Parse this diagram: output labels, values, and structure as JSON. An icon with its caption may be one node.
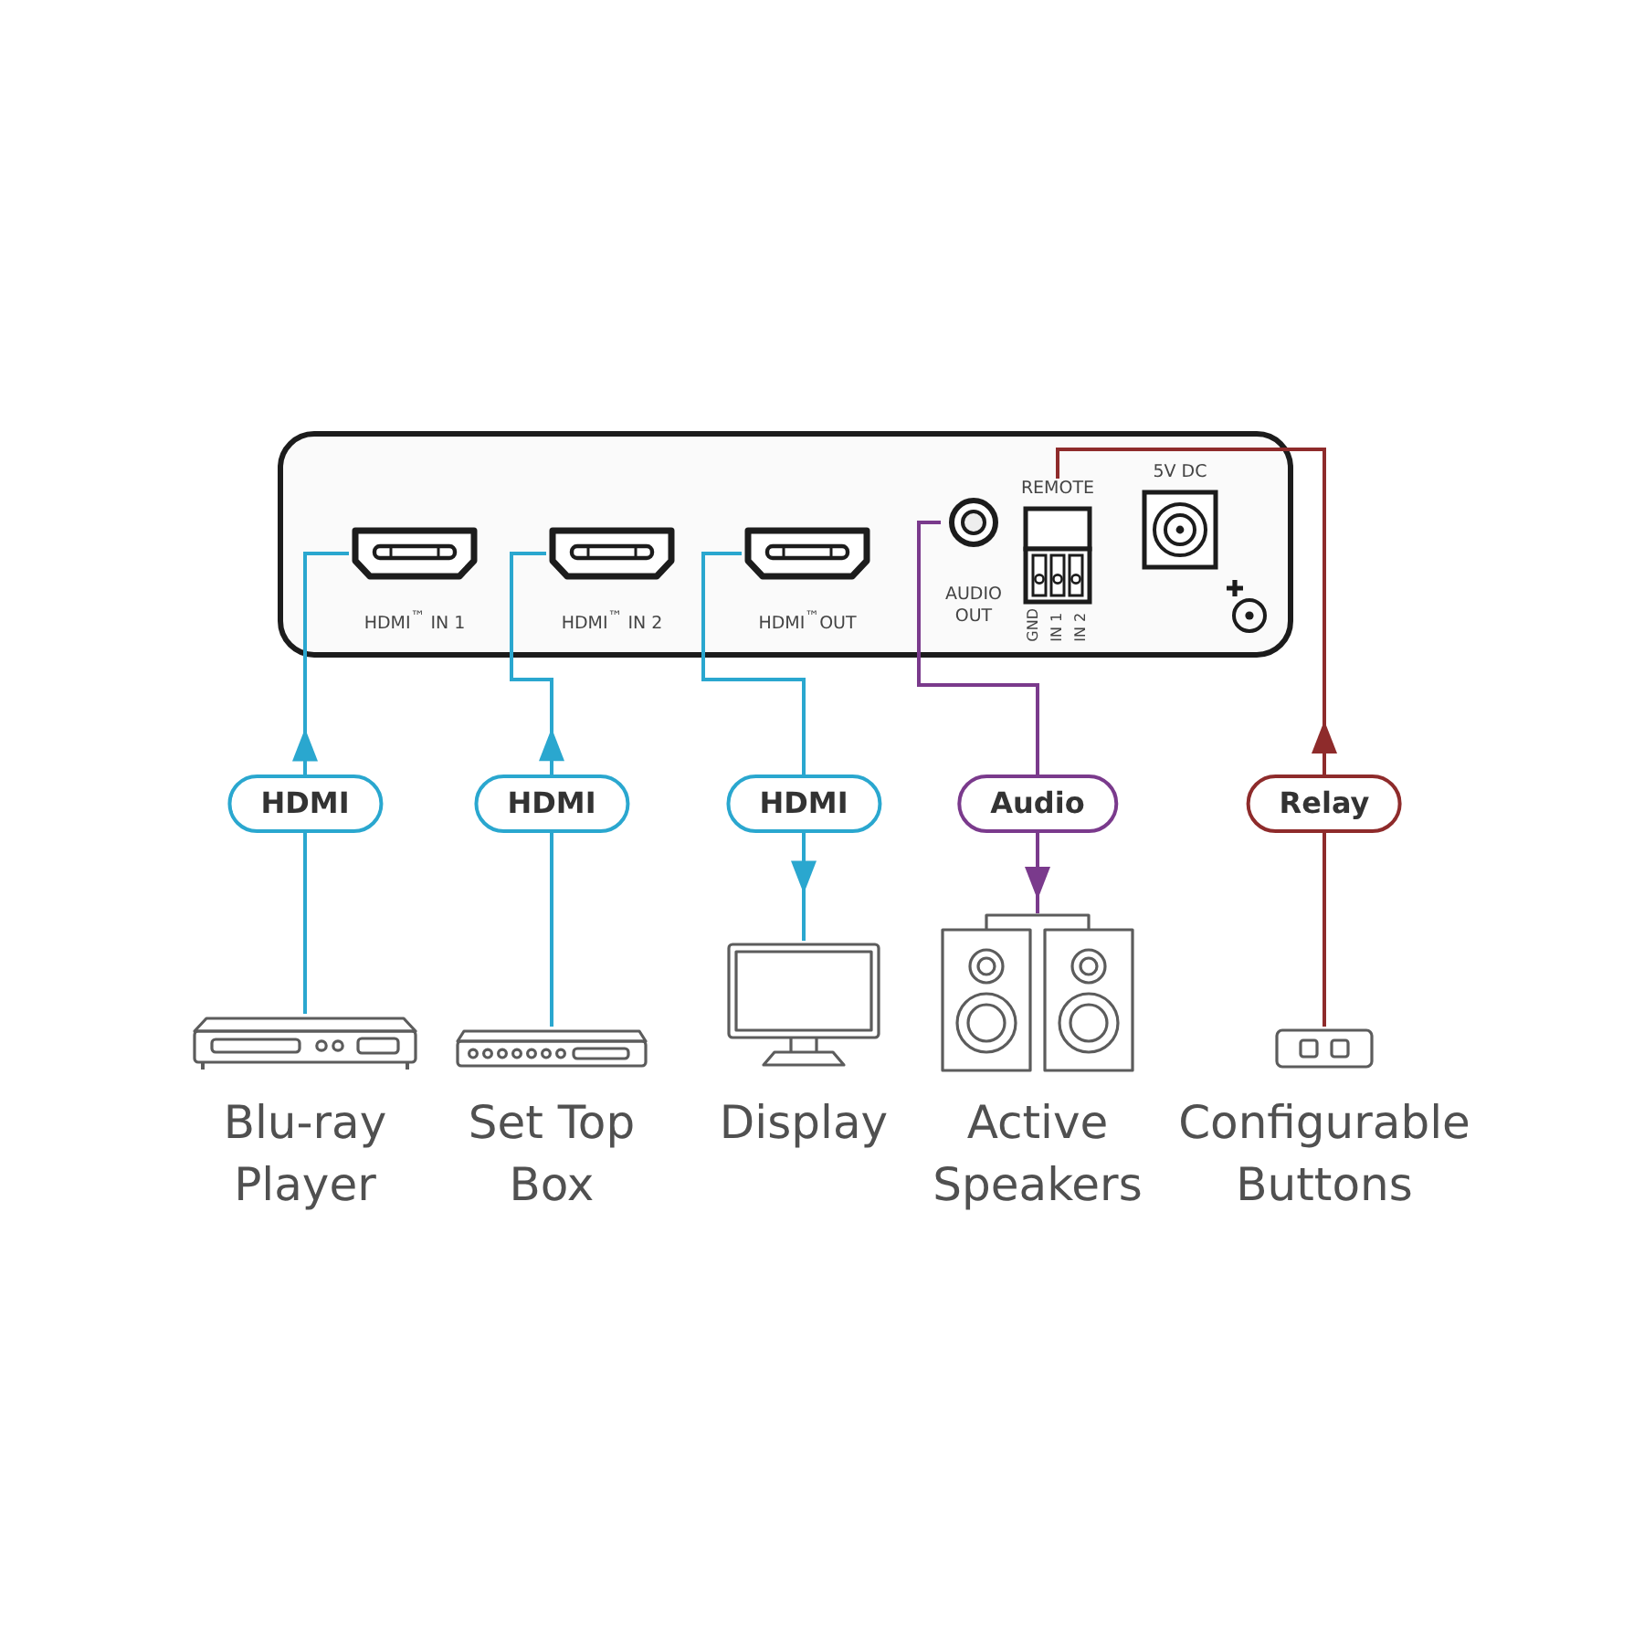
{
  "diagram": {
    "nodes": [
      {
        "text": [],
        "shape": "box"
      },
      {
        "text": [
          "HDMI$^{™}$ IN 1"
        ],
        "in": 0
      },
      {
        "text": [
          "HDMI$^{™}$ IN 2"
        ],
        "in": 0
      },
      {
        "text": [
          "HDMI$^{™}$OUT"
        ],
        "in": 0
      },
      {
        "text": [
          "AUDIO OUT"
        ],
        "in": 0
      },
      {
        "text": [
          "REMOTE",
          "GND",
          "IN 1",
          "IN 2"
        ],
        "in": 0
      },
      {
        "text": [
          "5V DC"
        ],
        "in": 0
      },
      {
        "text": [
          "Blu-ray Player"
        ]
      },
      {
        "text": [
          "Set Top Box"
        ]
      },
      {
        "text": [
          "Display"
        ]
      },
      {
        "text": [
          "Active Speakers"
        ]
      },
      {
        "text": [
          "Configurable Buttons"
        ]
      }
    ],
    "edges": [
      {
        "from": 7,
        "to": 1,
        "arrow": "to",
        "label": "HDMI"
      },
      {
        "from": 8,
        "to": 2,
        "arrow": "to",
        "label": "HDMI"
      },
      {
        "from": 3,
        "to": 9,
        "arrow": "to",
        "label": "HDMI"
      },
      {
        "from": 4,
        "to": 10,
        "arrow": "to",
        "label": "Audio",
        "color": "#7a3a8c"
      },
      {
        "from": 11,
        "to": 5,
        "arrow": "to",
        "label": "Relay",
        "color": "#8e2b2b"
      }
    ]
  }
}
